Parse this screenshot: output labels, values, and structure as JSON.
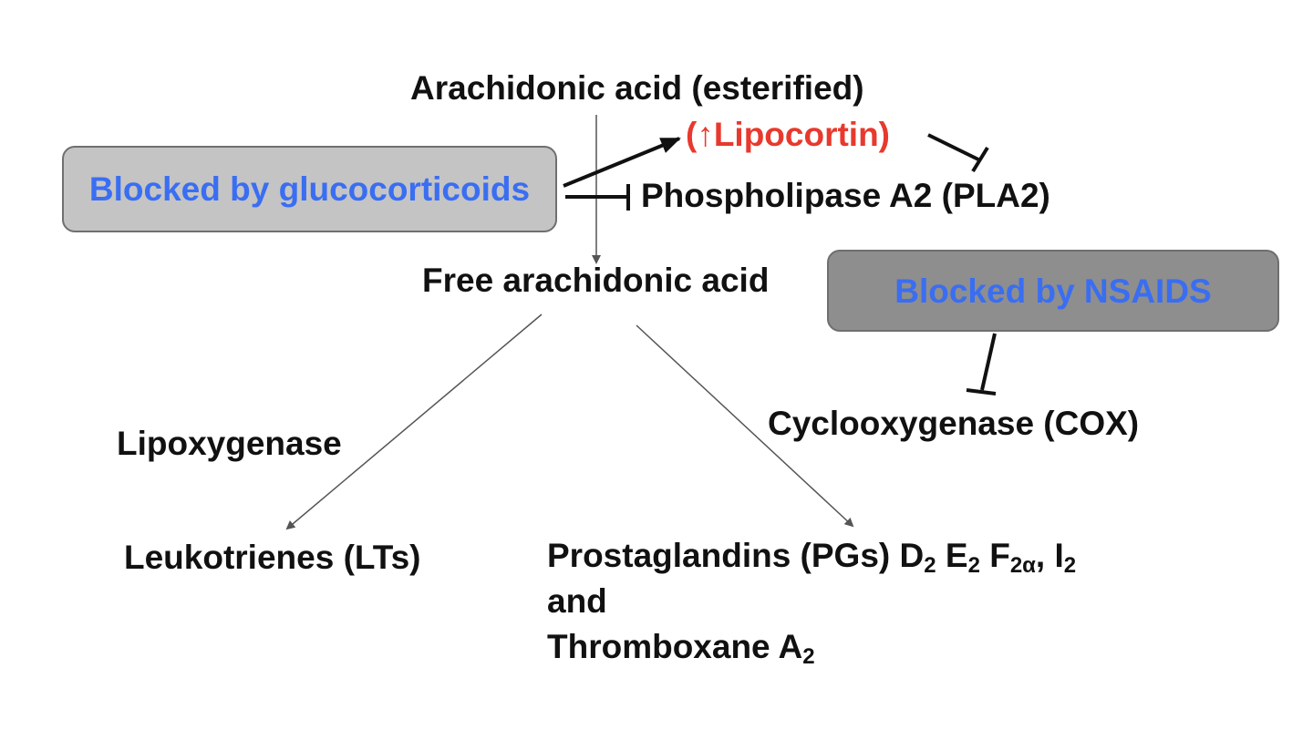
{
  "colors": {
    "text": "#111111",
    "blocker_text": "#3a6ef2",
    "lipocortin": "#e8392e",
    "box_glucocorticoids_fill": "#c4c4c4",
    "box_nsaids_fill": "#8e8e8e",
    "arrow": "#111111",
    "thin_arrow": "#555555"
  },
  "nodes": {
    "arachidonic_esterified": "Arachidonic acid (esterified)",
    "lipocortin": "(↑Lipocortin)",
    "pla2": "Phospholipase A2 (PLA2)",
    "free_arachidonic": "Free arachidonic acid",
    "cox": "Cyclooxygenase (COX)",
    "lipoxygenase": "Lipoxygenase",
    "leukotrienes": "Leukotrienes (LTs)",
    "prostaglandins": {
      "main": "Prostaglandins (PGs) D",
      "d_sub": "2",
      "e": " E",
      "e_sub": "2",
      "f": " F",
      "f_sub": "2α",
      "i": ", I",
      "i_sub": "2",
      "and": "and",
      "thromboxane": "Thromboxane A",
      "thromboxane_sub": "2"
    }
  },
  "blockers": {
    "glucocorticoids": "Blocked by glucocorticoids",
    "nsaids": "Blocked by NSAIDS"
  }
}
